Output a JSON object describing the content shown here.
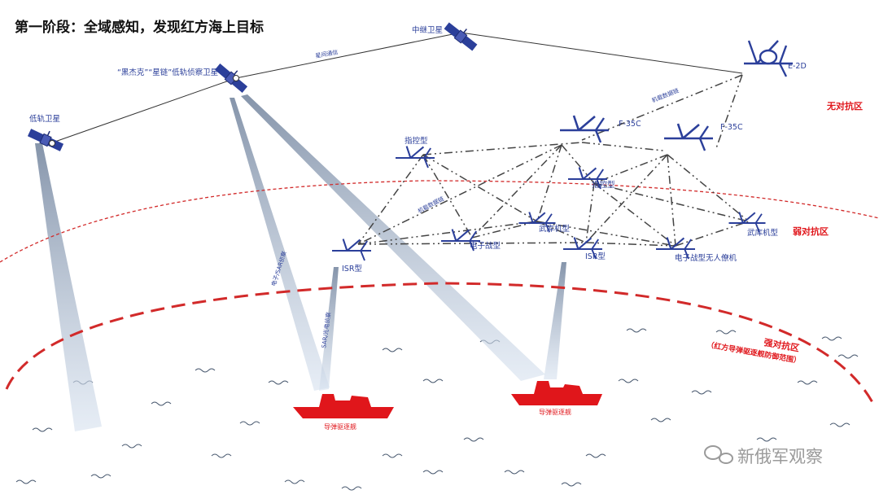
{
  "title": "第一阶段：全域感知，发现红方海上目标",
  "satellites": {
    "relay": "中继卫星",
    "leo_recon": "“黑杰克”“星链”低轨侦察卫星",
    "leo": "低轨卫星"
  },
  "links": {
    "intersat": "星间通信",
    "airborne_link_top": "机载数据链",
    "airborne_link_mid": "机载数据链",
    "ew_sar": "电子/SAR侦察",
    "sar_eo": "SAR/光电侦察"
  },
  "aircraft": {
    "e2d": "E-2D",
    "f35c_1": "F-35C",
    "f35c_2": "F-35C",
    "cmd_1": "指控型",
    "cmd_2": "指控型",
    "arsenal_1": "武库机型",
    "arsenal_2": "武库机型",
    "ew": "电子战型",
    "ew_uav": "电子战型无人僚机",
    "isr_1": "ISR型",
    "isr_2": "ISR型"
  },
  "zones": {
    "none": "无对抗区",
    "weak": "弱对抗区",
    "strong": "强对抗区",
    "strong_sub": "（红方导弹驱逐舰防御范围）"
  },
  "ships": {
    "ship_1": "导弹驱逐舰",
    "ship_2": "导弹驱逐舰"
  },
  "watermark": "新俄军观察",
  "colors": {
    "blue": "#2b3f9a",
    "red": "#e0161b",
    "zone_red": "#d22a2a"
  }
}
